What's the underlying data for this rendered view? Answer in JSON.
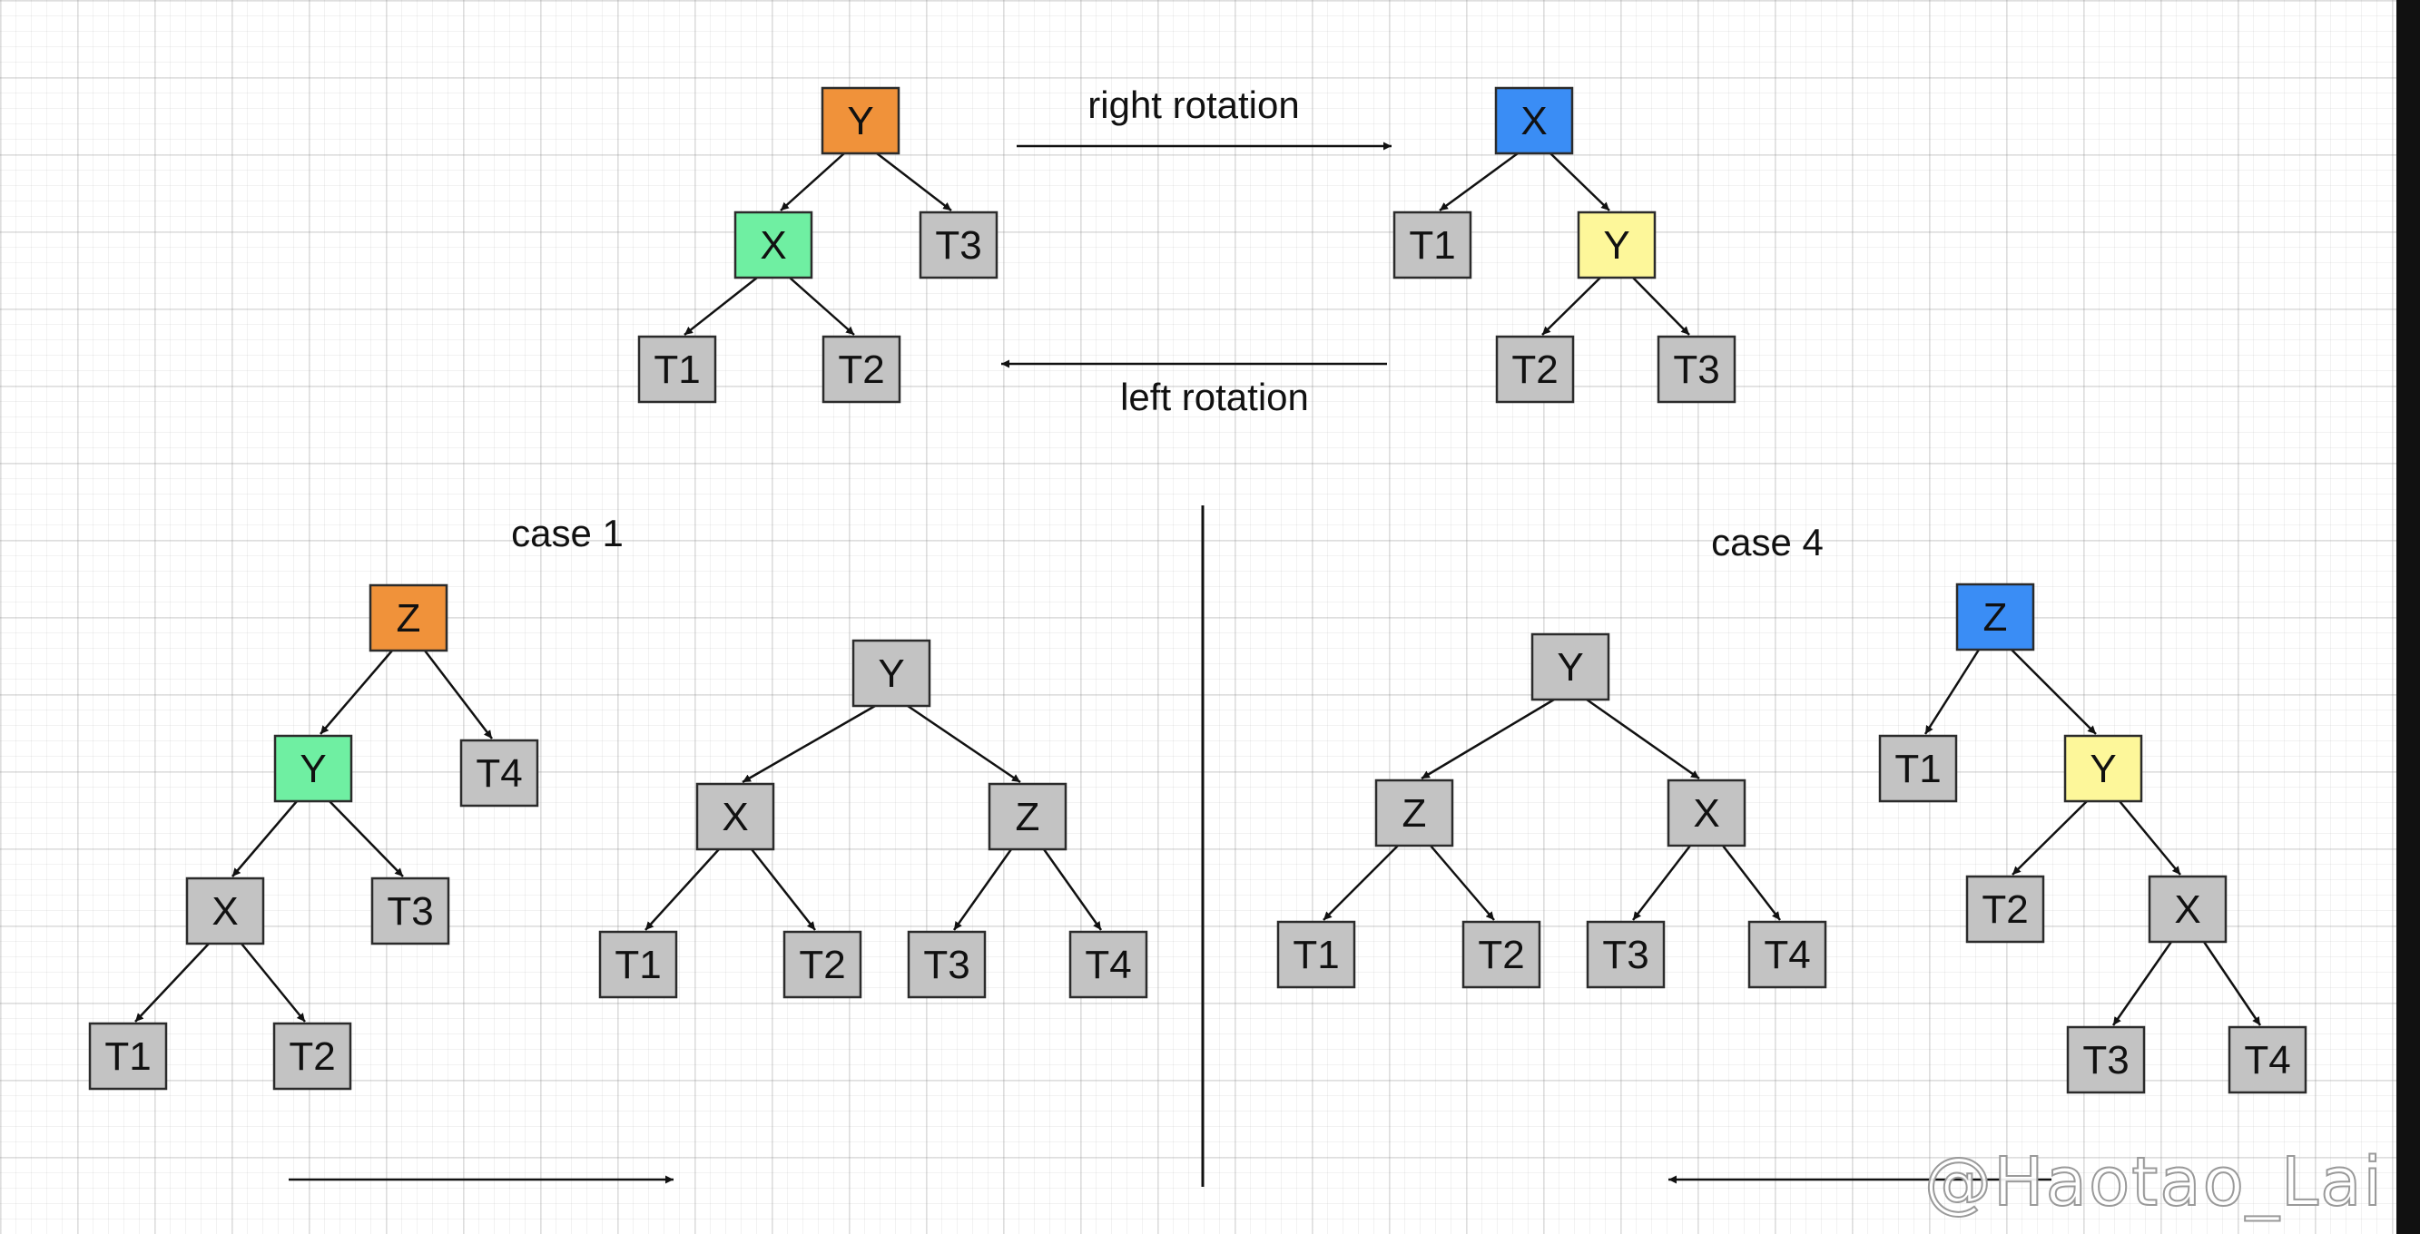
{
  "labels": {
    "right_rotation": "right rotation",
    "left_rotation": "left rotation",
    "case1": "case 1",
    "case4": "case 4"
  },
  "watermark": "@Haotao_Lai",
  "colors": {
    "orange": "#F0923A",
    "green": "#6FEFA2",
    "blue": "#3A8DF5",
    "yellow": "#FDF79A",
    "gray": "#C3C3C3"
  },
  "nodes": {
    "rot_left_y": "Y",
    "rot_left_x": "X",
    "rot_left_t3": "T3",
    "rot_left_t1": "T1",
    "rot_left_t2": "T2",
    "rot_right_x": "X",
    "rot_right_t1": "T1",
    "rot_right_y": "Y",
    "rot_right_t2": "T2",
    "rot_right_t3": "T3",
    "c1_before_z": "Z",
    "c1_before_y": "Y",
    "c1_before_t4": "T4",
    "c1_before_x": "X",
    "c1_before_t3": "T3",
    "c1_before_t1": "T1",
    "c1_before_t2": "T2",
    "c1_after_y": "Y",
    "c1_after_x": "X",
    "c1_after_z": "Z",
    "c1_after_t1": "T1",
    "c1_after_t2": "T2",
    "c1_after_t3": "T3",
    "c1_after_t4": "T4",
    "c4_after_y": "Y",
    "c4_after_z": "Z",
    "c4_after_x": "X",
    "c4_after_t1": "T1",
    "c4_after_t2": "T2",
    "c4_after_t3": "T3",
    "c4_after_t4": "T4",
    "c4_before_z": "Z",
    "c4_before_t1": "T1",
    "c4_before_y": "Y",
    "c4_before_t2": "T2",
    "c4_before_x": "X",
    "c4_before_t3": "T3",
    "c4_before_t4": "T4"
  }
}
